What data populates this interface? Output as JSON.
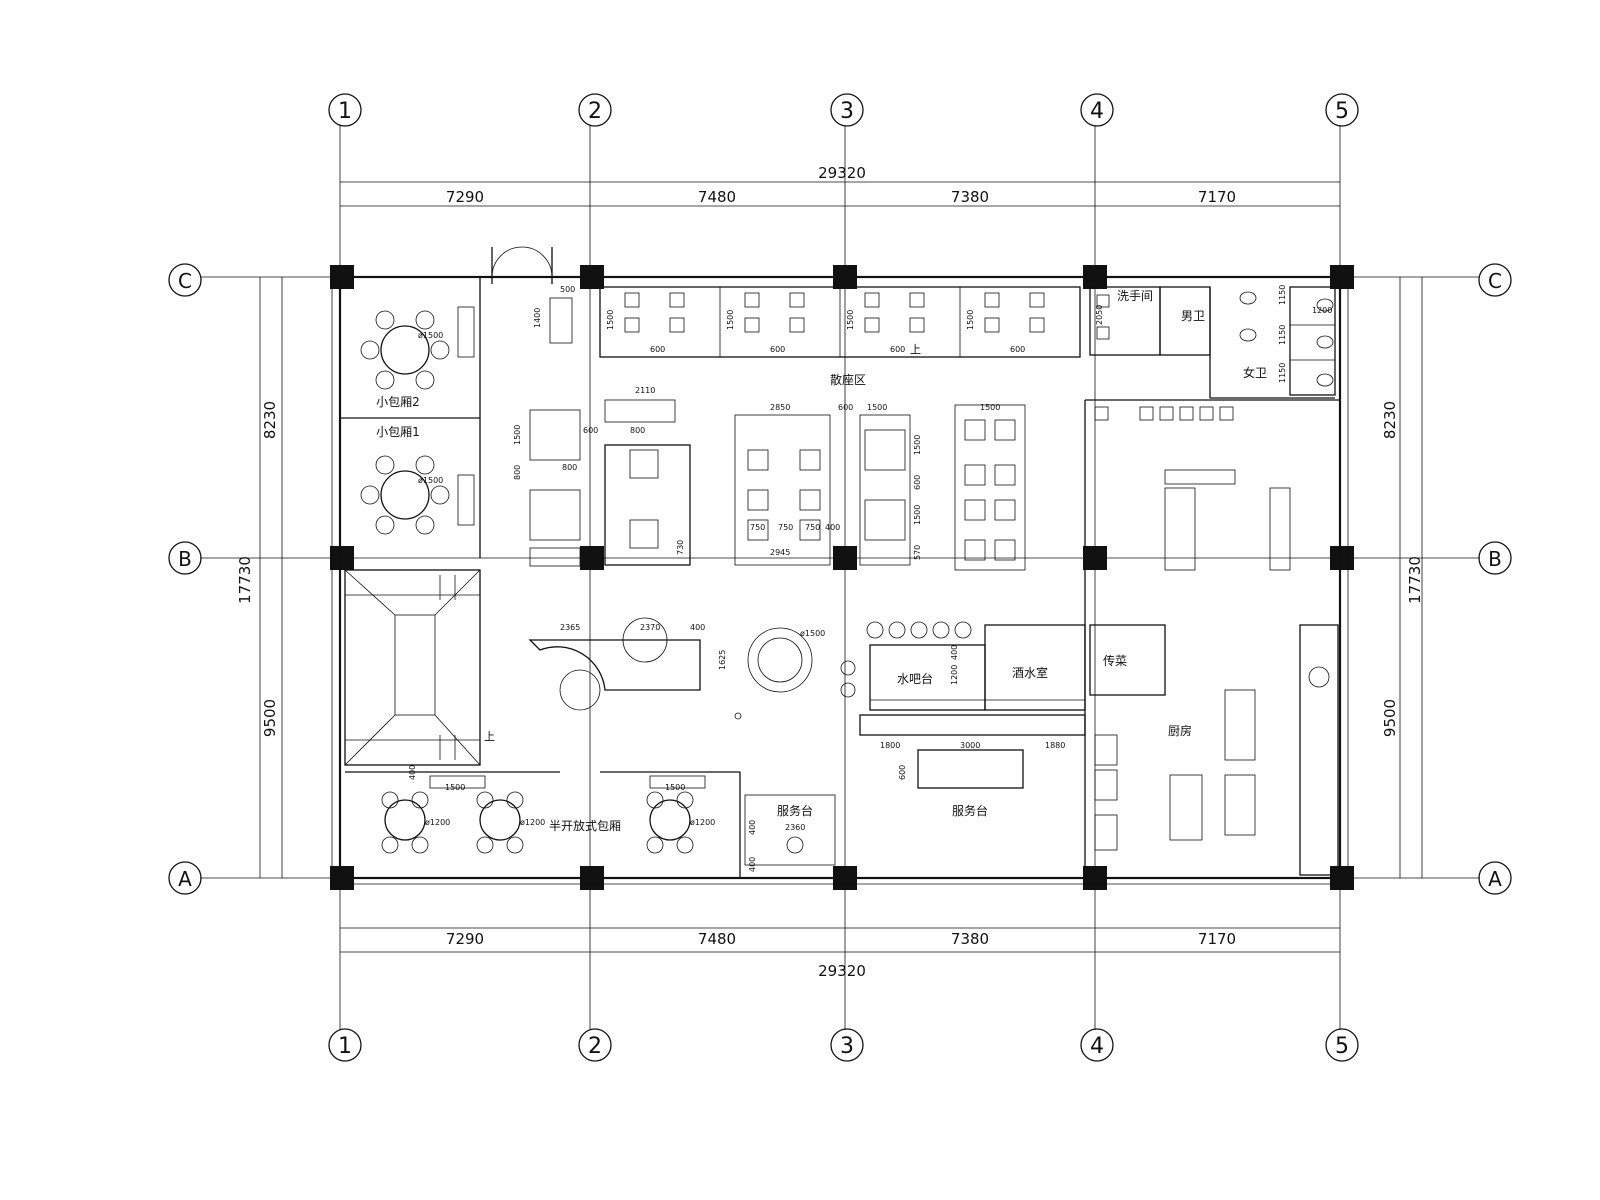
{
  "axes": {
    "columns": [
      "1",
      "2",
      "3",
      "4",
      "5"
    ],
    "rows": [
      "C",
      "B",
      "A"
    ]
  },
  "dimensions": {
    "top_total": "29320",
    "top_spans": [
      "7290",
      "7480",
      "7380",
      "7170"
    ],
    "bottom_spans": [
      "7290",
      "7480",
      "7380",
      "7170"
    ],
    "bottom_total": "29320",
    "left_spans": [
      "8230",
      "9500"
    ],
    "left_total": "17730",
    "right_spans": [
      "8230",
      "9500"
    ],
    "right_total": "17730"
  },
  "rooms": {
    "private_room_2": "小包厢2",
    "private_room_1": "小包厢1",
    "scattered_seating": "散座区",
    "washroom": "洗手间",
    "mens_wc": "男卫",
    "womens_wc": "女卫",
    "water_bar": "水吧台",
    "seasoning_room": "酒水室",
    "pass_counter": "传菜",
    "kitchen": "厨房",
    "semi_open_rooms": "半开放式包厢",
    "service_counter_small": "服务台",
    "service_counter": "服务台",
    "stairs_up_1": "上",
    "stairs_up_2": "上"
  },
  "annotations": {
    "top_row": [
      "500",
      "1400",
      "1500",
      "600",
      "1500",
      "600",
      "1500",
      "600",
      "1500",
      "600",
      "2050",
      "1150",
      "1150",
      "1150",
      "1200"
    ],
    "mid_row": [
      "2110",
      "600",
      "800",
      "2850",
      "600",
      "1500",
      "1500",
      "800",
      "1500",
      "800",
      "750",
      "750",
      "750",
      "400",
      "2945",
      "1500",
      "600",
      "1500",
      "730",
      "570"
    ],
    "round_tables": [
      "ø1500",
      "ø1500",
      "ø1200",
      "ø1200",
      "ø1200",
      "ø1500"
    ],
    "lower_row": [
      "2365",
      "2370",
      "400",
      "1625",
      "1800",
      "3000",
      "1880",
      "600",
      "400",
      "1200",
      "400",
      "1500",
      "1500",
      "2360",
      "400",
      "400"
    ]
  },
  "colors": {
    "line": "#111111",
    "background": "#ffffff"
  }
}
